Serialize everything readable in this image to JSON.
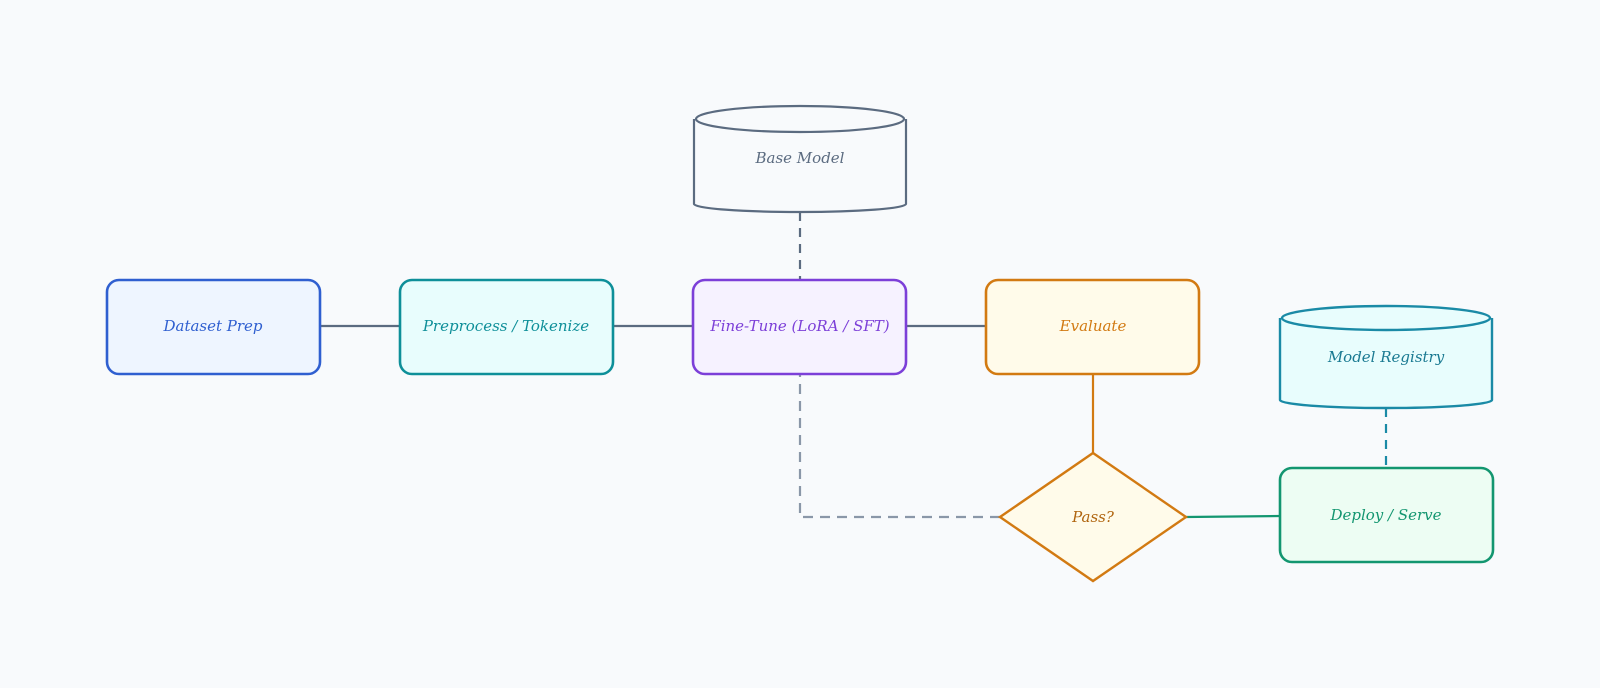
{
  "nodes": {
    "dataset_prep": {
      "label": "Dataset Prep",
      "stroke": "#2f5fd0",
      "fill": "#eef5ff",
      "text": "#2f5fd0"
    },
    "preprocess": {
      "label": "Preprocess / Tokenize",
      "stroke": "#0e8f99",
      "fill": "#e8fdfd",
      "text": "#0e8f99"
    },
    "fine_tune": {
      "label": "Fine-Tune (LoRA / SFT)",
      "stroke": "#7c3fd8",
      "fill": "#f6f2ff",
      "text": "#7c3fd8"
    },
    "evaluate": {
      "label": "Evaluate",
      "stroke": "#d27a12",
      "fill": "#fffbea",
      "text": "#d27a12"
    },
    "base_model": {
      "label": "Base Model",
      "stroke": "#5b6b80",
      "fill": "#f8fafc",
      "text": "#5b6b80"
    },
    "pass": {
      "label": "Pass?",
      "stroke": "#d27a12",
      "fill": "#fffbea",
      "text": "#b0650f"
    },
    "model_registry": {
      "label": "Model Registry",
      "stroke": "#1a8aa6",
      "fill": "#e8fdfd",
      "text": "#1a7a92"
    },
    "deploy": {
      "label": "Deploy / Serve",
      "stroke": "#139670",
      "fill": "#edfdf3",
      "text": "#139670"
    }
  },
  "edges": {
    "solid_gray": "#5b6b80",
    "dashed_gray": "#8a97a8",
    "orange": "#d27a12",
    "green": "#139670",
    "teal": "#1a8aa6"
  }
}
